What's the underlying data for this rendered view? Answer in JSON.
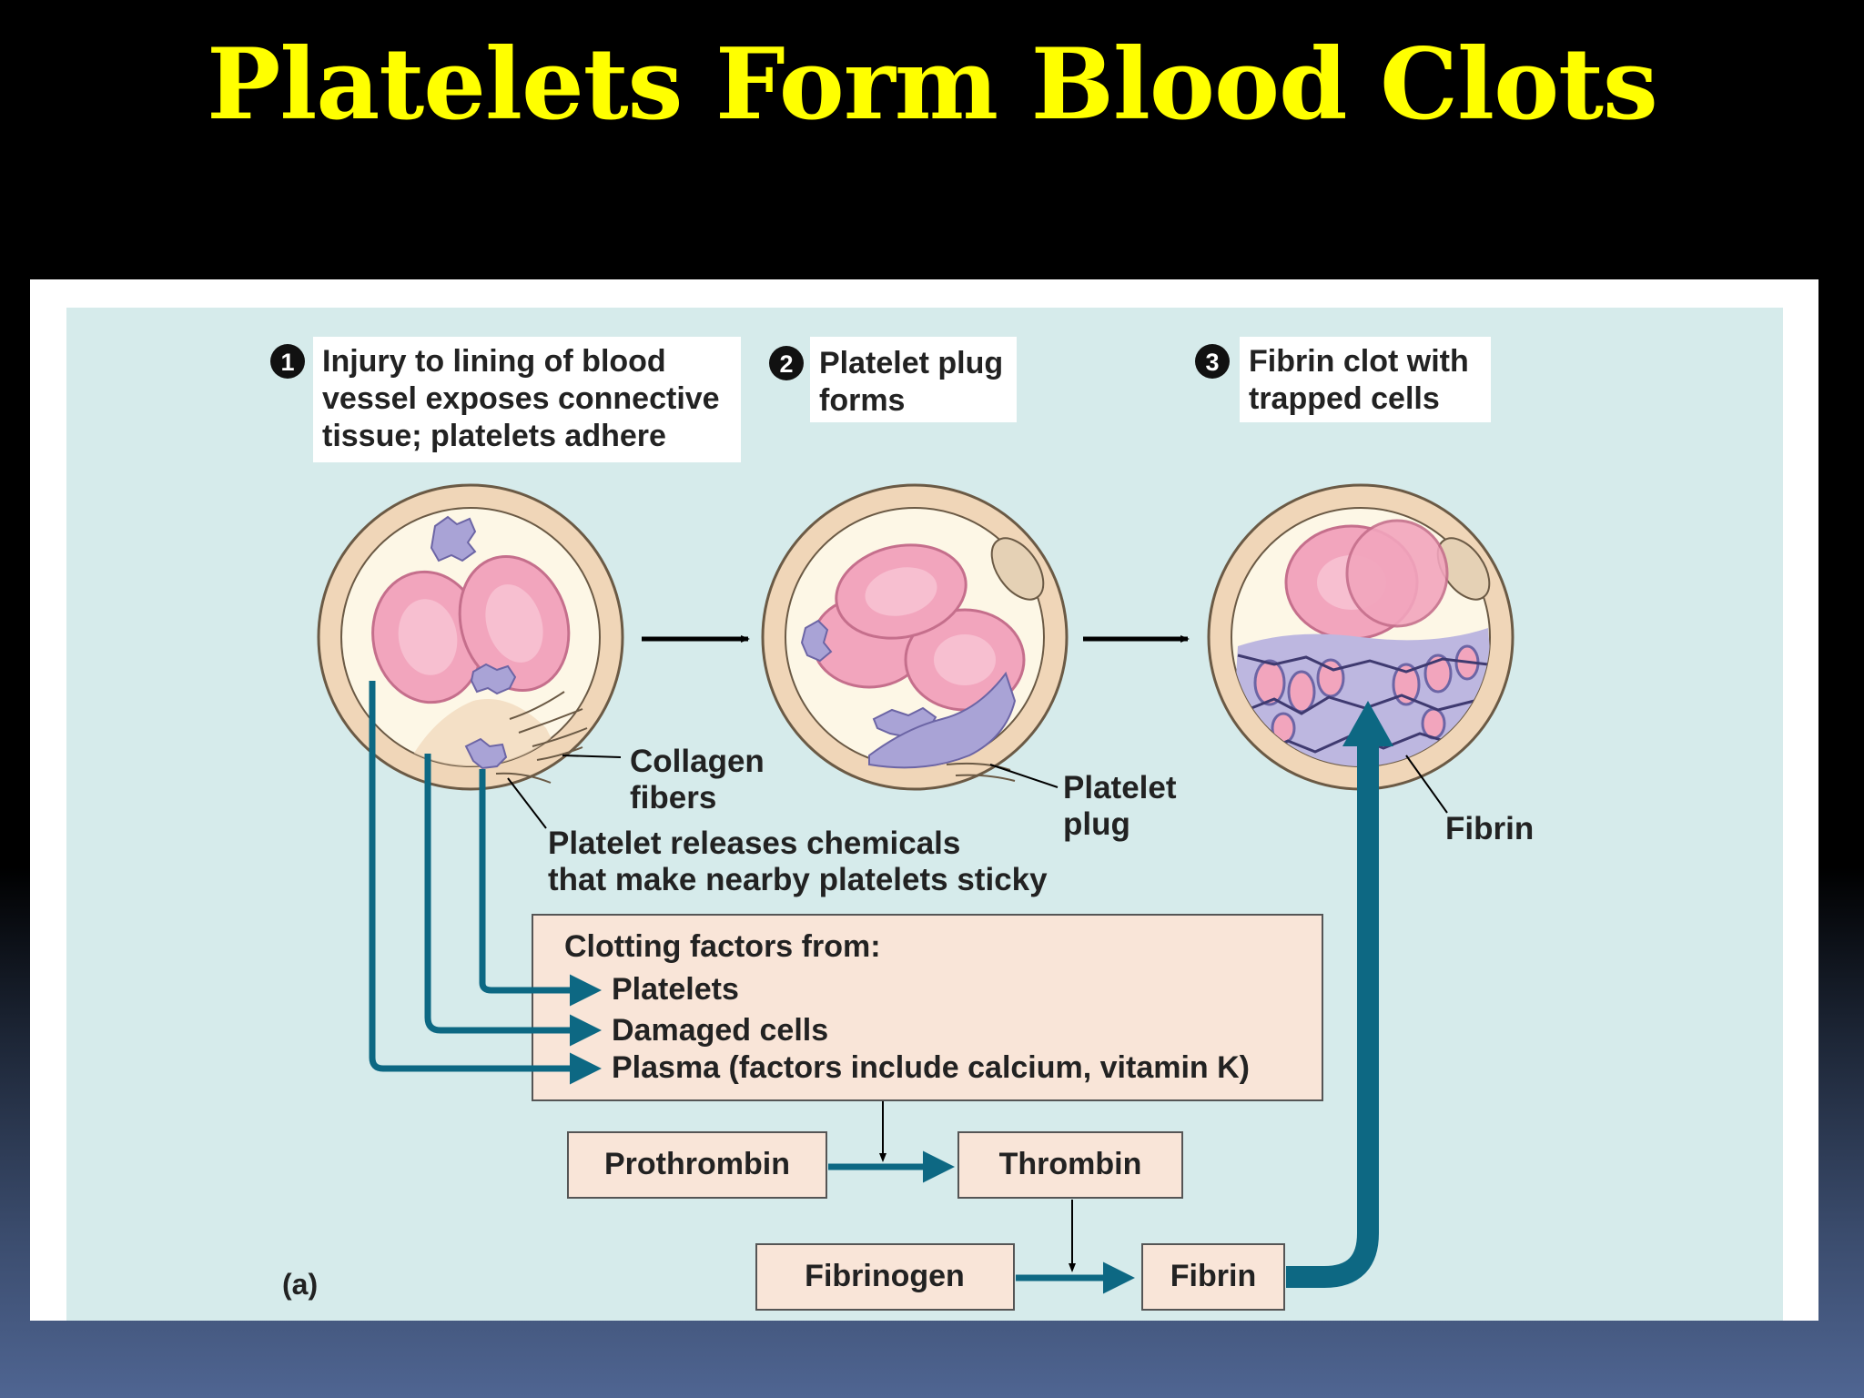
{
  "slide": {
    "title": "Platelets Form Blood Clots"
  },
  "colors": {
    "title": "#ffff00",
    "diagram_background": "#d6ebeb",
    "vessel_wall": "#f0d6b8",
    "vessel_interior": "#fdf7e6",
    "red_blood_cell": "#f2a5bd",
    "platelet": "#a9a3d6",
    "arrow_teal": "#0d6883",
    "box_fill": "#f9e5d8"
  },
  "steps": [
    {
      "number": "1",
      "caption": [
        "Injury to lining of blood",
        "vessel exposes connective",
        "tissue; platelets adhere"
      ]
    },
    {
      "number": "2",
      "caption": [
        "Platelet plug",
        "forms"
      ]
    },
    {
      "number": "3",
      "caption": [
        "Fibrin clot with",
        "trapped cells"
      ]
    }
  ],
  "labels": {
    "collagen": [
      "Collagen",
      "fibers"
    ],
    "platelet_plug": [
      "Platelet",
      "plug"
    ],
    "fibrin_label": "Fibrin",
    "chemicals": [
      "Platelet releases chemicals",
      "that make nearby platelets sticky"
    ],
    "panel_tag": "(a)"
  },
  "factors_box": {
    "heading": "Clotting factors from:",
    "items": [
      "Platelets",
      "Damaged cells",
      "Plasma (factors include calcium, vitamin K)"
    ]
  },
  "cascade": {
    "prothrombin": "Prothrombin",
    "thrombin": "Thrombin",
    "fibrinogen": "Fibrinogen",
    "fibrin": "Fibrin"
  }
}
